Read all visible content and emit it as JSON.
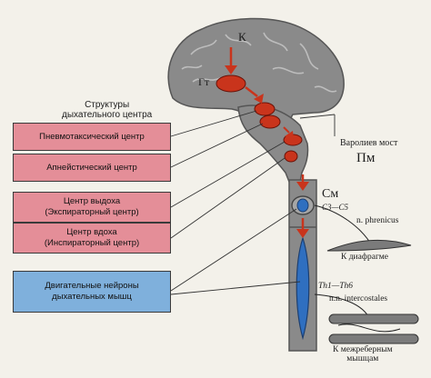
{
  "structures_heading": "Структуры\nдыхательного центра",
  "boxes": {
    "pneumotaxic": "Пневмотаксический центр",
    "apneustic": "Апнейстический центр",
    "expiratory": "Центр выдоха\n(Экспираторный центр)",
    "inspiratory": "Центр вдоха\n(Инспираторный центр)",
    "motor_neurons": "Двигательные нейроны\nдыхательных мышц"
  },
  "labels": {
    "cortex": "К",
    "hypothalamus": "Гт",
    "pons": "Варолиев мост",
    "pons_abbr": "Пм",
    "spinal_cord": "См",
    "cervical": "C3—C5",
    "phrenic_nerve": "n. phrenicus",
    "to_diaphragm": "К диафрагме",
    "thoracic": "Th1—Th6",
    "intercostal_nerves": "n.n. intercostales",
    "to_intercostal": "К межреберным\nмышцам"
  },
  "colors": {
    "red_box": "#e48e98",
    "blue_box": "#7fb0dc",
    "brain": "#8a8a8a",
    "nucleus": "#c9341c",
    "blue_tract": "#2f6fc0",
    "arrow": "#c9341c"
  }
}
